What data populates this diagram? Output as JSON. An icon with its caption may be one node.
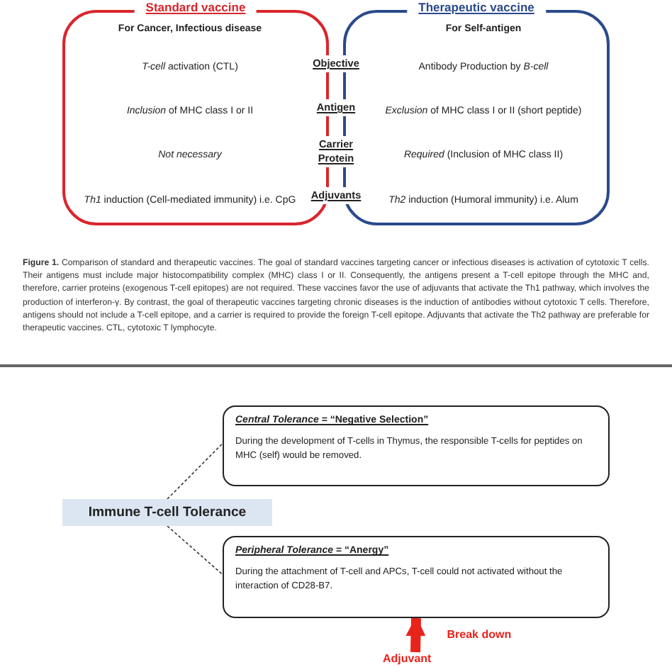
{
  "diagram": {
    "caption": "**Figure 1.** Comparison of standard and therapeutic vaccines. The goal of standard vaccines targeting cancer or infectious diseases is activation of cytotoxic T cells. Their antigens must include major histocompatibility complex (MHC) class I or II. Consequently, the antigens present a T-cell epitope through the MHC and, therefore, carrier proteins (exogenous T-cell epitopes) are not required. These vaccines favor the use of adjuvants that activate the Th1 pathway, which involves the production of interferon-γ. By contrast, the goal of therapeutic vaccines targeting chronic diseases is the induction of antibodies without cytotoxic T cells. Therefore, antigens should not include a T-cell epitope, and a carrier is required to provide the foreign T-cell epitope. Adjuvants that activate the Th2 pathway are preferable for therapeutic vaccines. CTL, cytotoxic T lymphocyte.",
    "nodes": [
      {
        "text": [
          "Standard vaccine",
          "For Cancer, Infectious disease",
          "*T-cell* activation (CTL)",
          "*Inclusion* of MHC class I or II",
          "*Not necessary*",
          "*Th1* induction (Cell-mediated immunity) i.e. CpG"
        ]
      },
      {
        "text": [
          "Therapeutic vaccine",
          "For Self-antigen",
          "Antibody Production by *B-cell*",
          "*Exclusion* of MHC class I or II (short peptide)",
          "*Required* (Inclusion of MHC class II)",
          "*Th2* induction (Humoral immunity) i.e. Alum"
        ]
      },
      {
        "text": [
          "Immune T-cell Tolerance"
        ]
      },
      {
        "text": [
          "*Central Tolerance* = “Negative Selection”",
          "During the development of T-cells in Thymus, the responsible T-cells for peptides on MHC (self) would be removed."
        ]
      },
      {
        "text": [
          "*Peripheral Tolerance* = “Anergy”",
          "During the attachment of T-cell and APCs, T-cell could not activated without the interaction of CD28-B7."
        ]
      },
      {
        "text": [
          "Adjuvant"
        ]
      }
    ],
    "edges": [
      {
        "from": 2,
        "to": 3,
        "arrow": "none",
        "style": "dashed"
      },
      {
        "from": 2,
        "to": 4,
        "arrow": "none",
        "style": "dashed"
      },
      {
        "from": 5,
        "to": 4,
        "arrow": "to",
        "style": "thick",
        "color": "#e8231c",
        "label": "Break down"
      }
    ],
    "labels": [
      "Objective",
      "Antigen",
      "Carrier Protein",
      "Adjuvants"
    ]
  }
}
